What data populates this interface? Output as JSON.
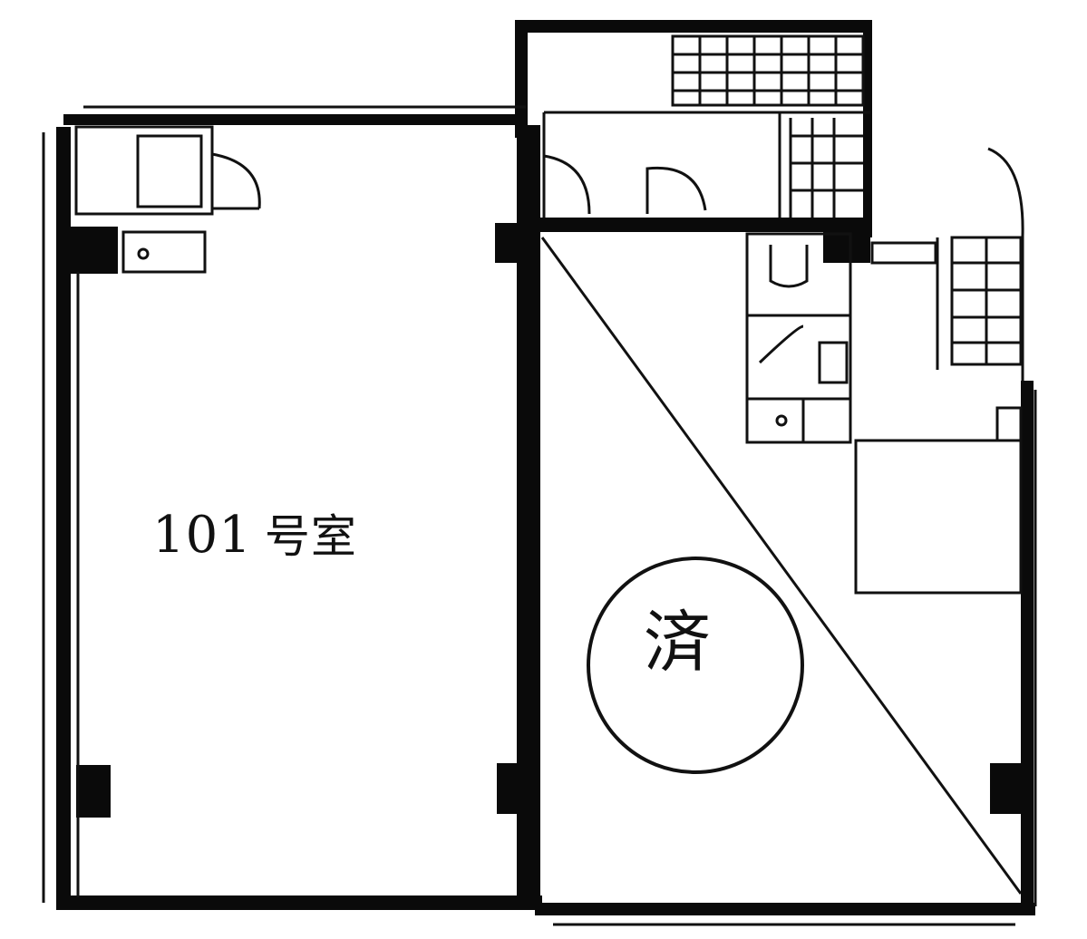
{
  "room": {
    "number": "101",
    "suffix": "号室"
  },
  "stamp": {
    "text": "済"
  },
  "colors": {
    "wall": "#0a0a0a",
    "line": "#111111",
    "background": "#ffffff"
  }
}
